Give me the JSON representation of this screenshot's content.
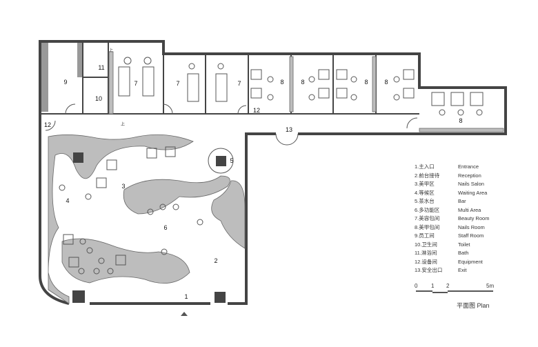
{
  "rooms": [
    {
      "num": "1"
    },
    {
      "num": "2"
    },
    {
      "num": "3"
    },
    {
      "num": "4"
    },
    {
      "num": "5"
    },
    {
      "num": "6"
    },
    {
      "num": "7"
    },
    {
      "num": "8"
    },
    {
      "num": "9"
    },
    {
      "num": "10"
    },
    {
      "num": "11"
    },
    {
      "num": "12"
    },
    {
      "num": "13"
    }
  ],
  "legend": [
    {
      "cn": "1.主入口",
      "en": "Entrance"
    },
    {
      "cn": "2.前台接待",
      "en": "Reception"
    },
    {
      "cn": "3.美甲区",
      "en": "Nails Salon"
    },
    {
      "cn": "4.等候区",
      "en": "Waiting Area"
    },
    {
      "cn": "5.茶水台",
      "en": "Bar"
    },
    {
      "cn": "6.多功能区",
      "en": "Multi Area"
    },
    {
      "cn": "7.美容包间",
      "en": "Beauty Room"
    },
    {
      "cn": "8.美甲包间",
      "en": "Nails Room"
    },
    {
      "cn": "9.员工间",
      "en": "Staff Room"
    },
    {
      "cn": "10.卫生间",
      "en": "Toilet"
    },
    {
      "cn": "11.淋浴间",
      "en": "Bath"
    },
    {
      "cn": "12.设备间",
      "en": "Equipment"
    },
    {
      "cn": "13.安全出口",
      "en": "Exit"
    }
  ],
  "scale": {
    "t0": "0",
    "t1": "1",
    "t2": "2",
    "t5": "5m"
  },
  "title": "平面图   Plan",
  "stair_mark": "上"
}
